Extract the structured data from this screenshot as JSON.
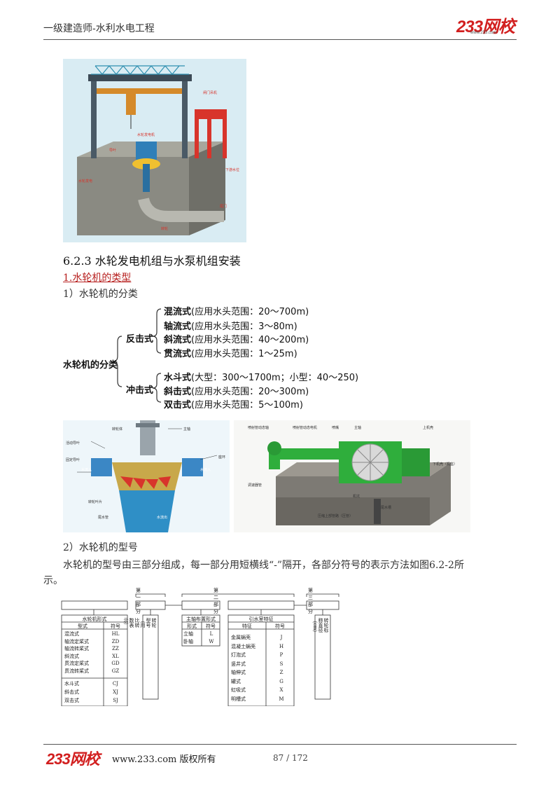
{
  "header": {
    "title": "一级建造师-水利水电工程",
    "logo": "233网校",
    "logo_sub": "www.233.com"
  },
  "figure1": {
    "labels": [
      "闸门吊机",
      "水轮发电机",
      "导叶",
      "下游水位",
      "水轮发电",
      "尾门",
      "转轮"
    ]
  },
  "section": {
    "number_title": "6.2.3 水轮发电机组与水泵机组安装",
    "subtitle": "1.水轮机的类型",
    "p1": "1）水轮机的分类"
  },
  "classification": {
    "root": "水轮机的分类",
    "reaction": {
      "name": "反击式",
      "items": [
        {
          "name": "混流式",
          "range": "(应用水头范围：20～700m)"
        },
        {
          "name": "轴流式",
          "range": "(应用水头范围：3～80m)"
        },
        {
          "name": "斜流式",
          "range": "(应用水头范围：40～200m)"
        },
        {
          "name": "贯流式",
          "range": "(应用水头范围：1～25m)"
        }
      ]
    },
    "impulse": {
      "name": "冲击式",
      "items": [
        {
          "name": "水斗式",
          "range": "(大型：300～1700m；小型：40～250)"
        },
        {
          "name": "斜击式",
          "range": "(应用水头范围：20～300m)"
        },
        {
          "name": "双击式",
          "range": "(应用水头范围：5～100m)"
        }
      ]
    }
  },
  "figure2": {
    "left_labels": [
      "转轮体",
      "主轴",
      "活动导叶",
      "座环",
      "固定导叶",
      "水流入",
      "水流入",
      "转轮叶片",
      "尾水管",
      "水流出"
    ],
    "right_labels": [
      "喷射管动态轴",
      "喷射管动态电机",
      "喷嘴",
      "主轴",
      "上机壳",
      "下机壳（机座）",
      "调速器管",
      "机坑",
      "尾水槽",
      "压缩上部管路（压管）"
    ]
  },
  "section2": {
    "p2": "2）水轮机的型号",
    "p3_line1": "水轮机的型号由三部分组成，每一部分用短横线“-”隔开，各部分符号的表示方法如图6.2-2所",
    "p3_line2": "示。"
  },
  "model_diagram": {
    "part1": "第一部分",
    "part2": "第二部分",
    "part3": "第三部分",
    "form_title": "水轮机形式",
    "form_col1": "型式",
    "form_col2": "符号",
    "forms_a": [
      [
        "混流式",
        "HL"
      ],
      [
        "轴流定桨式",
        "ZD"
      ],
      [
        "轴流转桨式",
        "ZZ"
      ],
      [
        "斜流式",
        "XL"
      ],
      [
        "贯流定桨式",
        "GD"
      ],
      [
        "贯流转桨式",
        "GZ"
      ]
    ],
    "forms_b": [
      [
        "水斗式",
        "CJ"
      ],
      [
        "斜击式",
        "XJ"
      ],
      [
        "双击式",
        "SJ"
      ]
    ],
    "runner_vertical": "转轮型号（用比转数表示）",
    "shaft_title": "主轴布置形式",
    "shaft_col1": "形式",
    "shaft_col2": "符号",
    "shafts": [
      [
        "立轴",
        "L"
      ],
      [
        "卧轴",
        "W"
      ]
    ],
    "intake_title": "引水室特征",
    "intake_col1": "特征",
    "intake_col2": "符号",
    "intakes": [
      [
        "金属蜗壳",
        "J"
      ],
      [
        "混凝土蜗壳",
        "H"
      ],
      [
        "灯泡式",
        "P"
      ],
      [
        "竖井式",
        "S"
      ],
      [
        "轴伸式",
        "Z"
      ],
      [
        "罐式",
        "G"
      ],
      [
        "虹吸式",
        "X"
      ],
      [
        "明槽式",
        "M"
      ]
    ],
    "diameter_vertical": "转轮标称直径（cm）"
  },
  "footer": {
    "logo": "233网校",
    "text": "www.233.com 版权所有",
    "page": "87 / 172"
  },
  "colors": {
    "accent": "#d21f1f",
    "link": "#b7201f"
  }
}
